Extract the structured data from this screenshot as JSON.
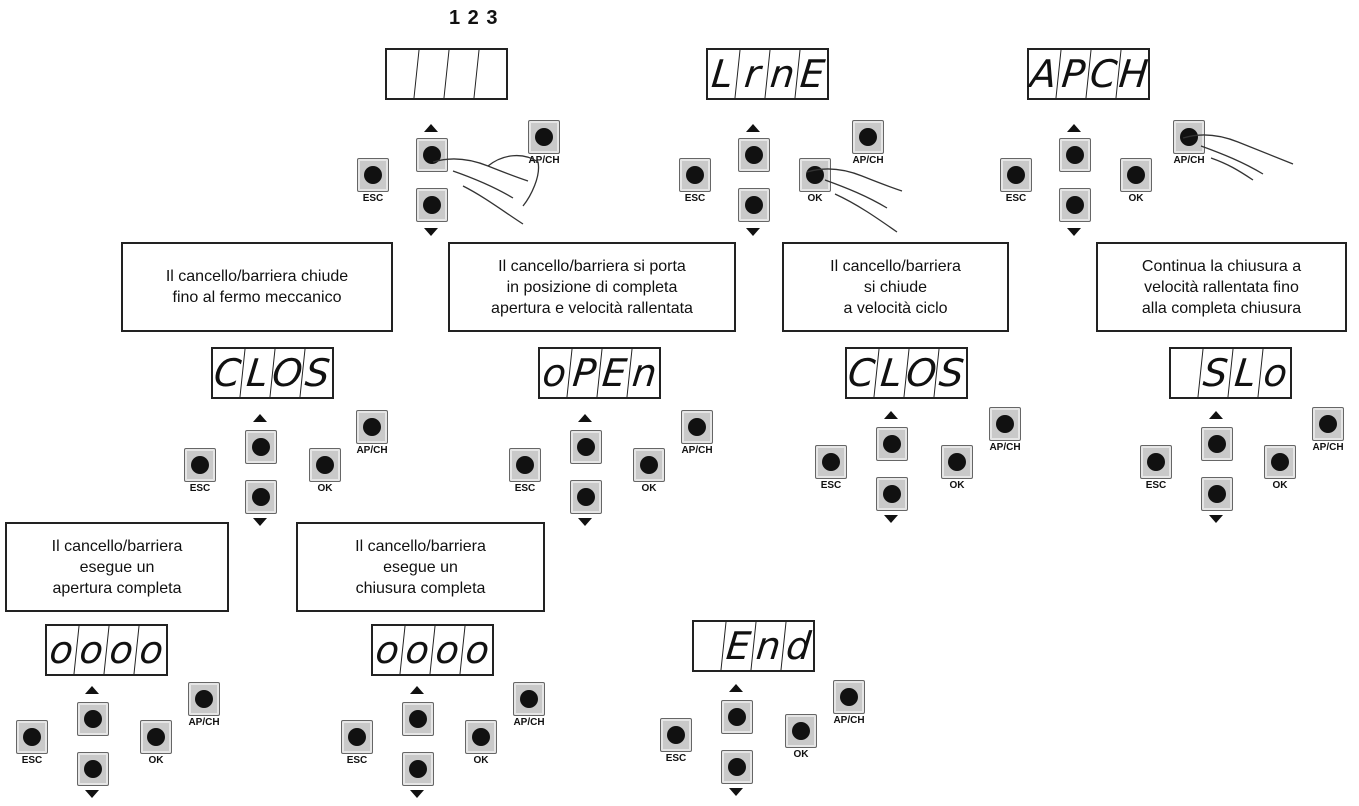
{
  "digit_index_label": "1 2 3",
  "button_labels": {
    "esc": "ESC",
    "ok": "OK",
    "apch": "AP/CH"
  },
  "displays": {
    "blank": [
      "",
      "",
      "",
      ""
    ],
    "lrne": [
      "L",
      "r",
      "n",
      "E"
    ],
    "apch": [
      "A",
      "P",
      "C",
      "H"
    ],
    "clos1": [
      "C",
      "L",
      "O",
      "S"
    ],
    "open": [
      "o",
      "P",
      "E",
      "n"
    ],
    "clos2": [
      "C",
      "L",
      "O",
      "S"
    ],
    "slo": [
      "",
      "S",
      "L",
      "o"
    ],
    "oooo1": [
      "o",
      "o",
      "o",
      "o"
    ],
    "oooo2": [
      "o",
      "o",
      "o",
      "o"
    ],
    "end": [
      "",
      "E",
      "n",
      "d"
    ]
  },
  "messages": {
    "m1": [
      "Il cancello/barriera chiude",
      "fino al fermo meccanico"
    ],
    "m2": [
      "Il cancello/barriera si porta",
      "in posizione di completa",
      "apertura e velocità rallentata"
    ],
    "m3": [
      "Il cancello/barriera",
      "si chiude",
      "a velocità ciclo"
    ],
    "m4": [
      "Continua la chiusura a",
      "velocità rallentata fino",
      "alla completa chiusura"
    ],
    "m5": [
      "Il cancello/barriera",
      "esegue un",
      "apertura completa"
    ],
    "m6": [
      "Il cancello/barriera",
      "esegue un",
      "chiusura completa"
    ]
  }
}
